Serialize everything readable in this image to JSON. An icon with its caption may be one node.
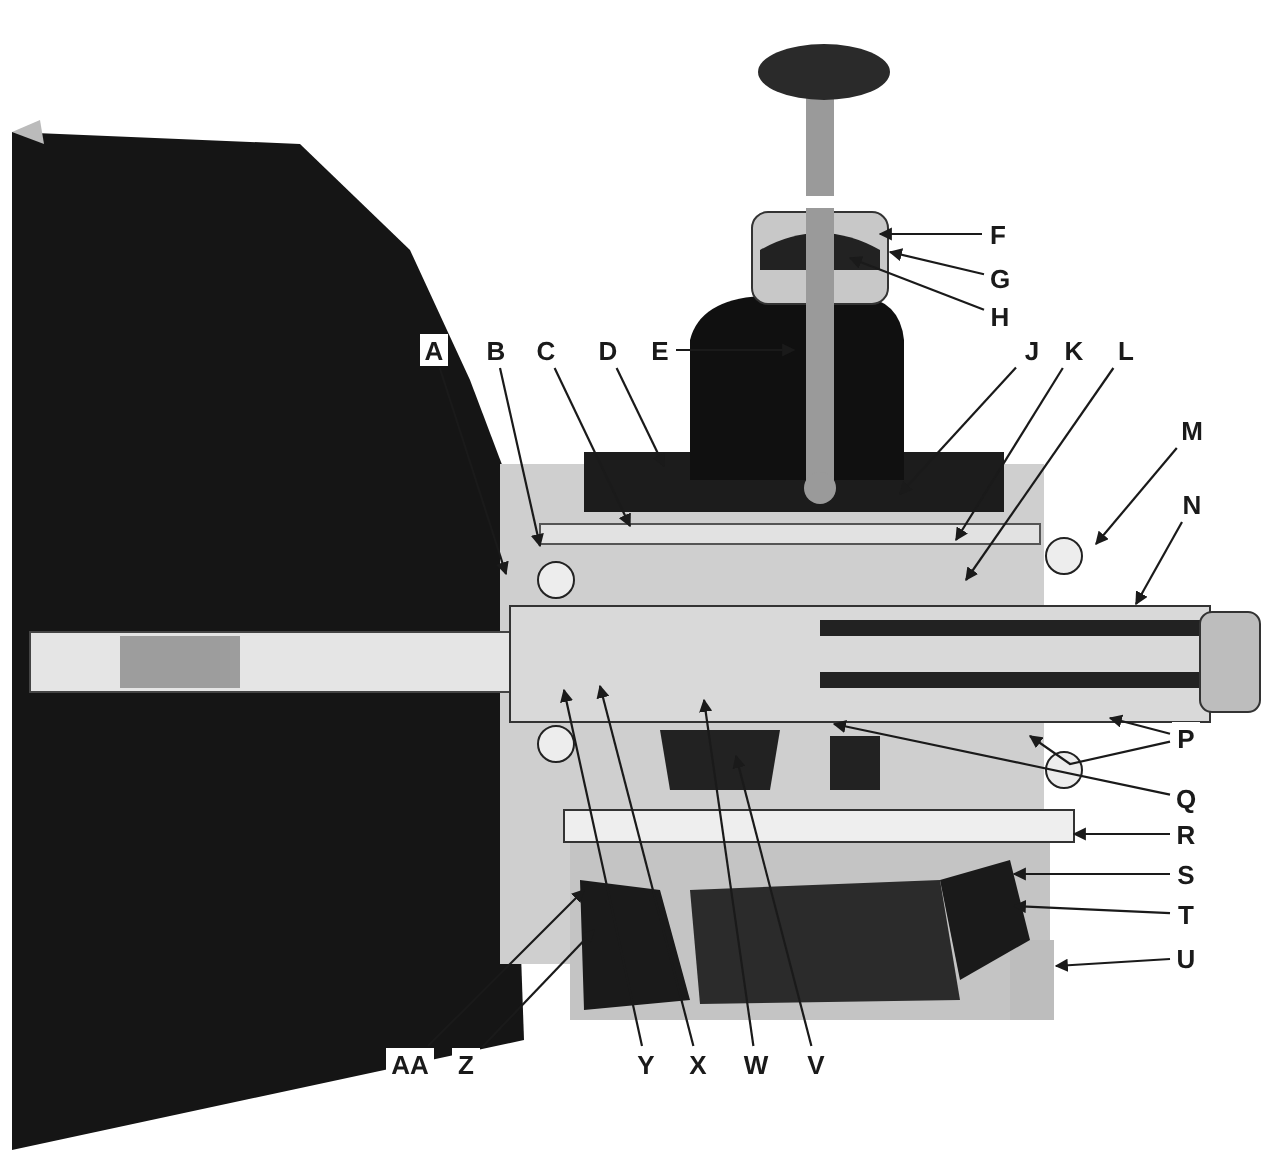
{
  "diagram": {
    "nodes": [
      {
        "text": [
          "A"
        ]
      },
      {
        "text": [
          "B"
        ]
      },
      {
        "text": [
          "C"
        ]
      },
      {
        "text": [
          "D"
        ]
      },
      {
        "text": [
          "E"
        ]
      },
      {
        "text": [
          "F"
        ]
      },
      {
        "text": [
          "G"
        ]
      },
      {
        "text": [
          "H"
        ]
      },
      {
        "text": [
          "J"
        ]
      },
      {
        "text": [
          "K"
        ]
      },
      {
        "text": [
          "L"
        ]
      },
      {
        "text": [
          "M"
        ]
      },
      {
        "text": [
          "N"
        ]
      },
      {
        "text": [
          "P"
        ]
      },
      {
        "text": [
          "Q"
        ]
      },
      {
        "text": [
          "R"
        ]
      },
      {
        "text": [
          "S"
        ]
      },
      {
        "text": [
          "T"
        ]
      },
      {
        "text": [
          "U"
        ]
      },
      {
        "text": [
          "AA"
        ]
      },
      {
        "text": [
          "Z"
        ]
      },
      {
        "text": [
          "Y"
        ]
      },
      {
        "text": [
          "X"
        ]
      },
      {
        "text": [
          "W"
        ]
      },
      {
        "text": [
          "V"
        ]
      }
    ],
    "edges": [
      {
        "from": 0,
        "to": null,
        "arrow": "to"
      },
      {
        "from": 1,
        "to": null,
        "arrow": "to"
      },
      {
        "from": 2,
        "to": null,
        "arrow": "to"
      },
      {
        "from": 3,
        "to": null,
        "arrow": "to"
      },
      {
        "from": 4,
        "to": null,
        "arrow": "to"
      },
      {
        "from": 5,
        "to": null,
        "arrow": "to"
      },
      {
        "from": 6,
        "to": null,
        "arrow": "to"
      },
      {
        "from": 7,
        "to": null,
        "arrow": "to"
      },
      {
        "from": 8,
        "to": null,
        "arrow": "to"
      },
      {
        "from": 9,
        "to": null,
        "arrow": "to"
      },
      {
        "from": 10,
        "to": null,
        "arrow": "to"
      },
      {
        "from": 11,
        "to": null,
        "arrow": "to"
      },
      {
        "from": 12,
        "to": null,
        "arrow": "to"
      },
      {
        "from": 13,
        "to": null,
        "arrow": "to"
      },
      {
        "from": 13,
        "to": null,
        "arrow": "to"
      },
      {
        "from": 14,
        "to": null,
        "arrow": "to"
      },
      {
        "from": 15,
        "to": null,
        "arrow": "to"
      },
      {
        "from": 16,
        "to": null,
        "arrow": "to"
      },
      {
        "from": 17,
        "to": null,
        "arrow": "to"
      },
      {
        "from": 18,
        "to": null,
        "arrow": "to"
      },
      {
        "from": 19,
        "to": null,
        "arrow": "to"
      },
      {
        "from": 20,
        "to": null,
        "arrow": "to"
      },
      {
        "from": 21,
        "to": null,
        "arrow": "to"
      },
      {
        "from": 22,
        "to": null,
        "arrow": "to"
      },
      {
        "from": 23,
        "to": null,
        "arrow": "to"
      },
      {
        "from": 24,
        "to": null,
        "arrow": "to"
      }
    ]
  }
}
